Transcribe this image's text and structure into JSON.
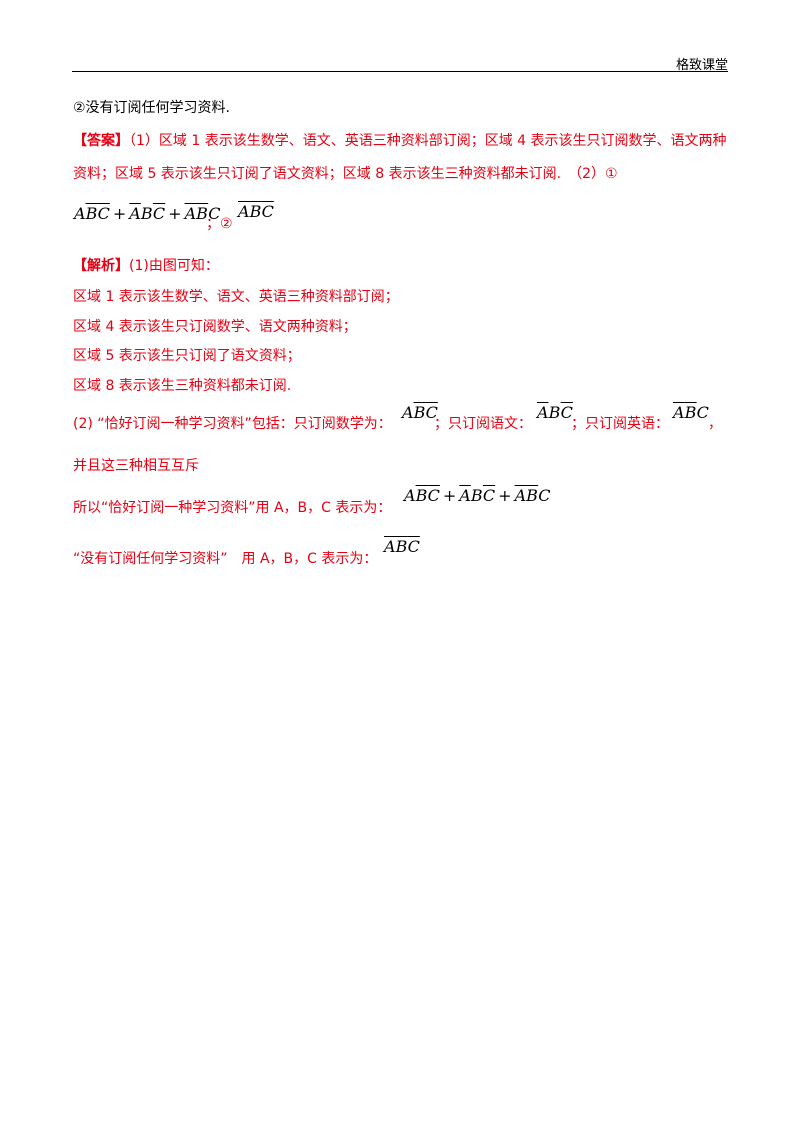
{
  "header": {
    "brand": "格致课堂"
  },
  "item2": "②没有订阅任何学习资料.",
  "answer": {
    "tag": "【答案】",
    "line1": "（1）区域 1 表示该生数学、语文、英语三种资料部订阅；区域 4 表示该生只订阅数学、语文两种",
    "line2": "资料；区域 5 表示该生只订阅了语文资料；区域 8 表示该生三种资料都未订阅.　（2）①",
    "sep": "；②",
    "expr1": [
      "A",
      "B̄",
      "C̄",
      "Ā",
      "B",
      "C̄",
      "Ā",
      "B̄",
      "C"
    ],
    "expr2": [
      "Ā",
      "B̄",
      "C̄"
    ]
  },
  "analysis": {
    "tag": "【解析】",
    "intro": "(1)由图可知：",
    "lines": [
      "区域 1 表示该生数学、语文、英语三种资料部订阅；",
      "区域 4 表示该生只订阅数学、语文两种资料；",
      "区域 5 表示该生只订阅了语文资料；",
      "区域 8 表示该生三种资料都未订阅."
    ],
    "p2_a": "(2) “恰好订阅一种学习资料”包括：只订阅数学为：",
    "p2_b": "；只订阅语文：",
    "p2_c": "；只订阅英语：",
    "p2_d": "，",
    "p2_line2": "并且这三种相互互斥",
    "p2_line3": "所以“恰好订阅一种学习资料”用 A，B，C 表示为：",
    "p2_line4": "“没有订阅任何学习资料”　用 A，B，C 表示为："
  }
}
